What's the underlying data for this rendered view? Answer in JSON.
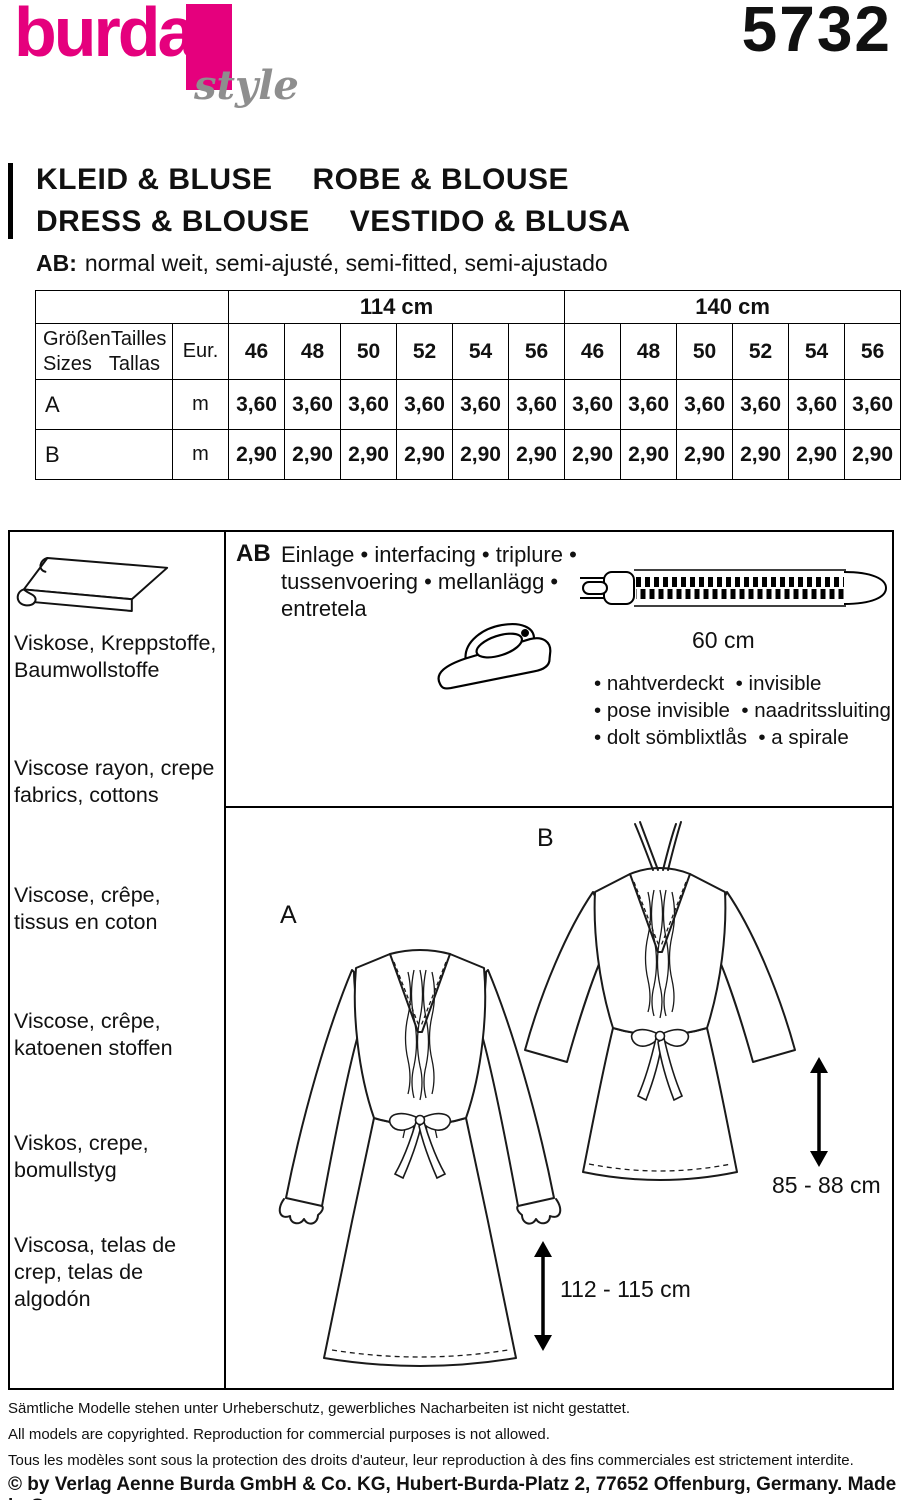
{
  "brand": {
    "name": "burda",
    "sub": "style",
    "pattern_number": "5732",
    "accent_color": "#e5007d"
  },
  "title": {
    "de": "KLEID & BLUSE",
    "fr": "ROBE & BLOUSE",
    "en": "DRESS & BLOUSE",
    "es": "VESTIDO & BLUSA",
    "fit_label": "AB:",
    "fit_text": "normal weit, semi-ajusté, semi-fitted, semi-ajustado"
  },
  "size_table": {
    "width_groups": [
      "114 cm",
      "140 cm"
    ],
    "row_label": {
      "de": "Größen",
      "fr": "Tailles",
      "en": "Sizes",
      "es": "Tallas"
    },
    "eur_label": "Eur.",
    "sizes": [
      "46",
      "48",
      "50",
      "52",
      "54",
      "56",
      "46",
      "48",
      "50",
      "52",
      "54",
      "56"
    ],
    "rows": [
      {
        "label": "A",
        "unit": "m",
        "values": [
          "3,60",
          "3,60",
          "3,60",
          "3,60",
          "3,60",
          "3,60",
          "3,60",
          "3,60",
          "3,60",
          "3,60",
          "3,60",
          "3,60"
        ]
      },
      {
        "label": "B",
        "unit": "m",
        "values": [
          "2,90",
          "2,90",
          "2,90",
          "2,90",
          "2,90",
          "2,90",
          "2,90",
          "2,90",
          "2,90",
          "2,90",
          "2,90",
          "2,90"
        ]
      }
    ]
  },
  "fabrics": [
    "Viskose, Kreppstoffe, Baumwollstoffe",
    "Viscose rayon, crepe fabrics, cottons",
    "Viscose, crêpe, tissus en coton",
    "Viscose, crêpe, katoenen stoffen",
    "Viskos, crepe, bomullstyg",
    "Viscosa, telas de crep, telas de algodón"
  ],
  "notions": {
    "views_label": "AB",
    "interfacing": "Einlage • interfacing • triplure • tussenvoering • mellanlägg • entretela",
    "zipper_length": "60 cm",
    "notes": [
      "• nahtverdeckt  • invisible",
      "• pose invisible  • naadritssluiting",
      "• dolt sömblixtlås  • a spirale"
    ]
  },
  "views": {
    "a_label": "A",
    "b_label": "B",
    "a_length": "112 - 115 cm",
    "b_length": "85 - 88 cm"
  },
  "footer": {
    "lines": [
      "Sämtliche Modelle stehen unter Urheberschutz, gewerbliches Nacharbeiten ist nicht gestattet.",
      "All models are copyrighted. Reproduction for commercial purposes is not allowed.",
      "Tous les modèles sont sous la protection des droits d'auteur, leur reproduction à des fins commerciales est strictement interdite."
    ],
    "copyright": "© by Verlag Aenne Burda GmbH & Co. KG, Hubert-Burda-Platz 2, 77652 Offenburg, Germany. Made in Germany."
  },
  "icons": {
    "fabric_roll": "fabric-roll-icon",
    "iron": "iron-icon",
    "zipper": "invisible-zipper-icon",
    "arrow": "length-arrow-icon",
    "dress_a": "dress-a-technical-drawing",
    "blouse_b": "blouse-b-technical-drawing"
  }
}
